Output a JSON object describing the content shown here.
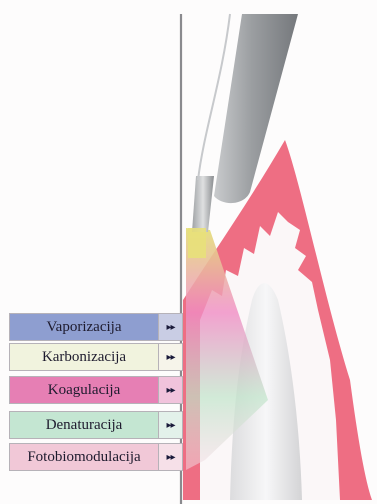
{
  "legend": [
    {
      "label": "Vaporizacija",
      "color": "#8e9ed0",
      "arrow_color": "#c9cde4",
      "arrow_glyph": "▸▸"
    },
    {
      "label": "Karbonizacija",
      "color": "#f1f3de",
      "arrow_color": "#f6f4ea",
      "arrow_glyph": "▸▸"
    },
    {
      "label": "Koagulacija",
      "color": "#e67fb4",
      "arrow_color": "#f1c3dc",
      "arrow_glyph": "▸▸"
    },
    {
      "label": "Denaturacija",
      "color": "#c4e6d2",
      "arrow_color": "#e3f1ea",
      "arrow_glyph": "▸▸"
    },
    {
      "label": "Fotobiomodulacija",
      "color": "#f1c8d7",
      "arrow_color": "#f6e0e8",
      "arrow_glyph": "▸▸"
    }
  ],
  "colors": {
    "gingiva": "#ee6e83",
    "tooth": "#ededee",
    "fiber_tip": "#e8e07a",
    "handpiece": "#9c9fa2"
  }
}
